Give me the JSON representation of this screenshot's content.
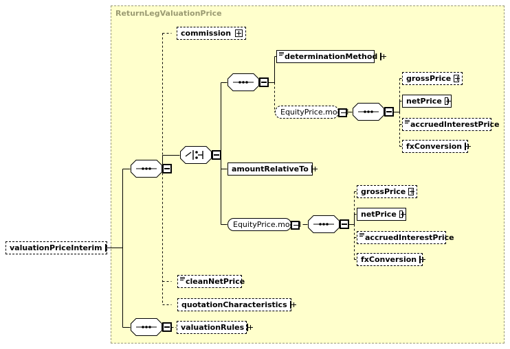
{
  "diagram": {
    "type": "xsd-schema-diagram",
    "title": "ReturnLegValuationPrice",
    "root_element": "valuationPriceInterim",
    "colors": {
      "group_background": "#ffffcc",
      "group_border": "#999977",
      "title_text": "#9a9a72",
      "node_background": "#ffffff",
      "node_border": "#000000",
      "shadow": "#c0c0c0",
      "canvas": "#ffffff"
    },
    "nodes": {
      "root": {
        "label": "valuationPriceInterim",
        "expander": "minus"
      },
      "commission": {
        "label": "commission",
        "expander": "plus"
      },
      "determination_method": {
        "label": "determinationMethod",
        "expander": "plus"
      },
      "equity_price_model_1": {
        "label": "EquityPrice.model",
        "expander": "minus"
      },
      "gross_price_1": {
        "label": "grossPrice",
        "expander": "plus"
      },
      "net_price_1": {
        "label": "netPrice",
        "expander": "plus"
      },
      "accrued_interest_price_1": {
        "label": "accruedInterestPrice",
        "expander": "none"
      },
      "fx_conversion_1": {
        "label": "fxConversion",
        "expander": "plus"
      },
      "amount_relative_to": {
        "label": "amountRelativeTo",
        "expander": "plus"
      },
      "equity_price_model_2": {
        "label": "EquityPrice.model",
        "expander": "minus"
      },
      "gross_price_2": {
        "label": "grossPrice",
        "expander": "plus"
      },
      "net_price_2": {
        "label": "netPrice",
        "expander": "plus"
      },
      "accrued_interest_price_2": {
        "label": "accruedInterestPrice",
        "expander": "none"
      },
      "fx_conversion_2": {
        "label": "fxConversion",
        "expander": "plus"
      },
      "clean_net_price": {
        "label": "cleanNetPrice",
        "expander": "none"
      },
      "quotation_characteristics": {
        "label": "quotationCharacteristics",
        "expander": "plus"
      },
      "valuation_rules": {
        "label": "valuationRules",
        "expander": "plus"
      }
    },
    "compositors": {
      "sequence_main": {
        "kind": "sequence",
        "expander": "minus"
      },
      "choice_price": {
        "kind": "choice",
        "expander": "minus"
      },
      "sequence_determination": {
        "kind": "sequence",
        "expander": "minus"
      },
      "sequence_price_1": {
        "kind": "sequence",
        "expander": "minus"
      },
      "sequence_price_2": {
        "kind": "sequence",
        "expander": "minus"
      },
      "sequence_rules": {
        "kind": "sequence",
        "expander": "minus"
      }
    }
  }
}
